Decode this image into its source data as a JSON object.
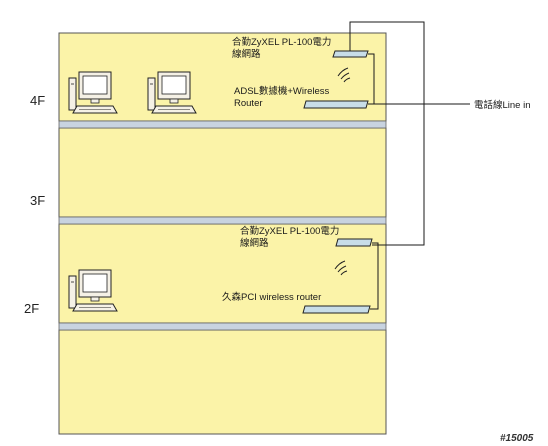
{
  "floors": {
    "f4": "4F",
    "f3": "3F",
    "f2": "2F"
  },
  "devices": {
    "plc_4f_line1": "合勤ZyXEL PL-100電力",
    "plc_4f_line2": "線網路",
    "adsl_line1": "ADSL數據機+Wireless",
    "adsl_line2": "Router",
    "plc_2f_line1": "合勤ZyXEL PL-100電力",
    "plc_2f_line2": "線網路",
    "pci_router": "久森PCI wireless router"
  },
  "external": {
    "phone_line": "電話線Line in"
  },
  "watermark": "#15005",
  "colors": {
    "floor_fill": "#fbf3a8",
    "separator": "#c8d3e0",
    "device_fill": "#c8dde8",
    "wire": "#1a1a1a"
  }
}
